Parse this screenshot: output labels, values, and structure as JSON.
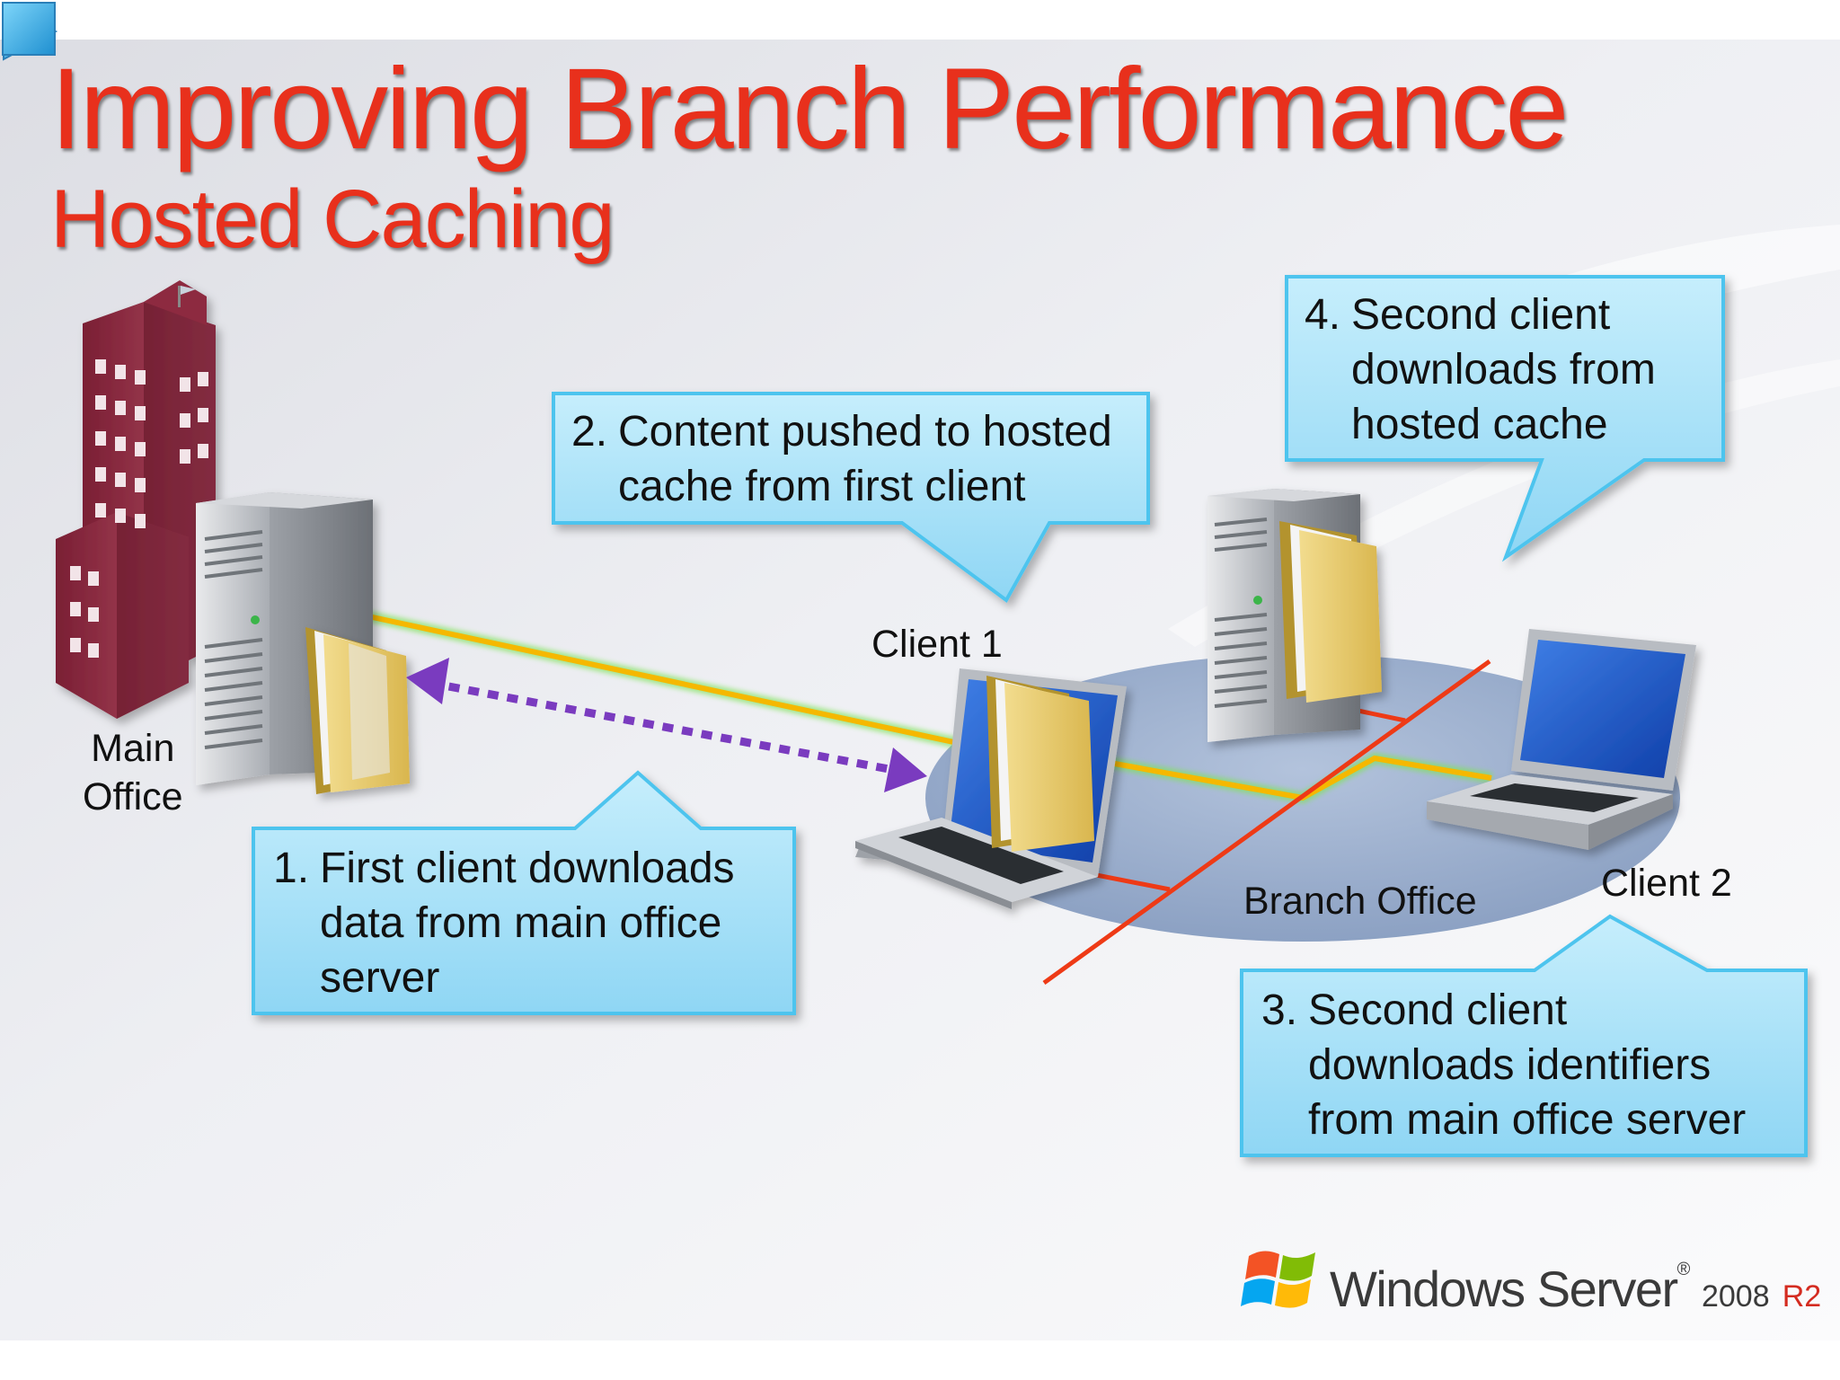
{
  "slide": {
    "title": "Improving Branch Performance",
    "subtitle": "Hosted Caching"
  },
  "labels": {
    "main_office": "Main\nOffice",
    "client1": "Client 1",
    "client2": "Client 2",
    "branch_office": "Branch Office"
  },
  "callouts": [
    {
      "number": "1.",
      "lines": [
        "First client downloads",
        "data from main office",
        "server"
      ]
    },
    {
      "number": "2.",
      "lines": [
        "Content pushed to hosted",
        "cache from first client"
      ]
    },
    {
      "number": "3.",
      "lines": [
        "Second client",
        "downloads identifiers",
        "from main office server"
      ]
    },
    {
      "number": "4.",
      "lines": [
        "Second client",
        "downloads from",
        "hosted cache"
      ]
    }
  ],
  "logo": {
    "brand": "Windows Server",
    "version": "2008",
    "edition": "R2"
  },
  "nav": {
    "play": "play-icon",
    "stop": "stop-icon"
  },
  "colors": {
    "title": "#e8301c",
    "callout_fill": "#a8e2f8",
    "callout_border": "#4ec4ee",
    "network_line": "#ee3a16",
    "wan_link": "#f5b800",
    "transfer_arrow": "#7a3bbf"
  }
}
